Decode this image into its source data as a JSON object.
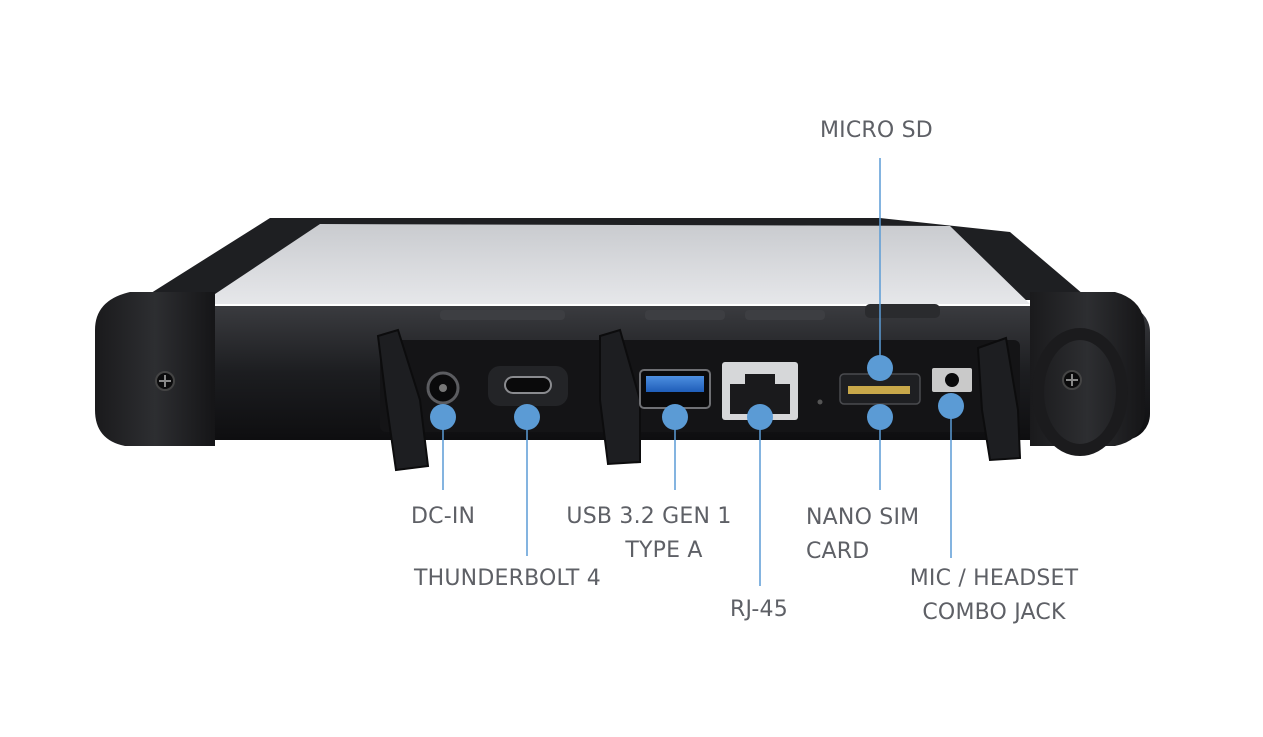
{
  "accent_color": "#5b9bd5",
  "callouts": {
    "micro_sd": {
      "lines": [
        "MICRO SD"
      ]
    },
    "dc_in": {
      "lines": [
        "DC-IN"
      ]
    },
    "thunderbolt": {
      "lines": [
        "THUNDERBOLT 4"
      ]
    },
    "usb": {
      "lines": [
        "USB 3.2 GEN 1",
        "TYPE A"
      ]
    },
    "rj45": {
      "lines": [
        "RJ-45"
      ]
    },
    "nano_sim": {
      "lines": [
        "NANO SIM",
        "CARD"
      ]
    },
    "mic_jack": {
      "lines": [
        "MIC / HEADSET",
        "COMBO JACK"
      ]
    }
  }
}
